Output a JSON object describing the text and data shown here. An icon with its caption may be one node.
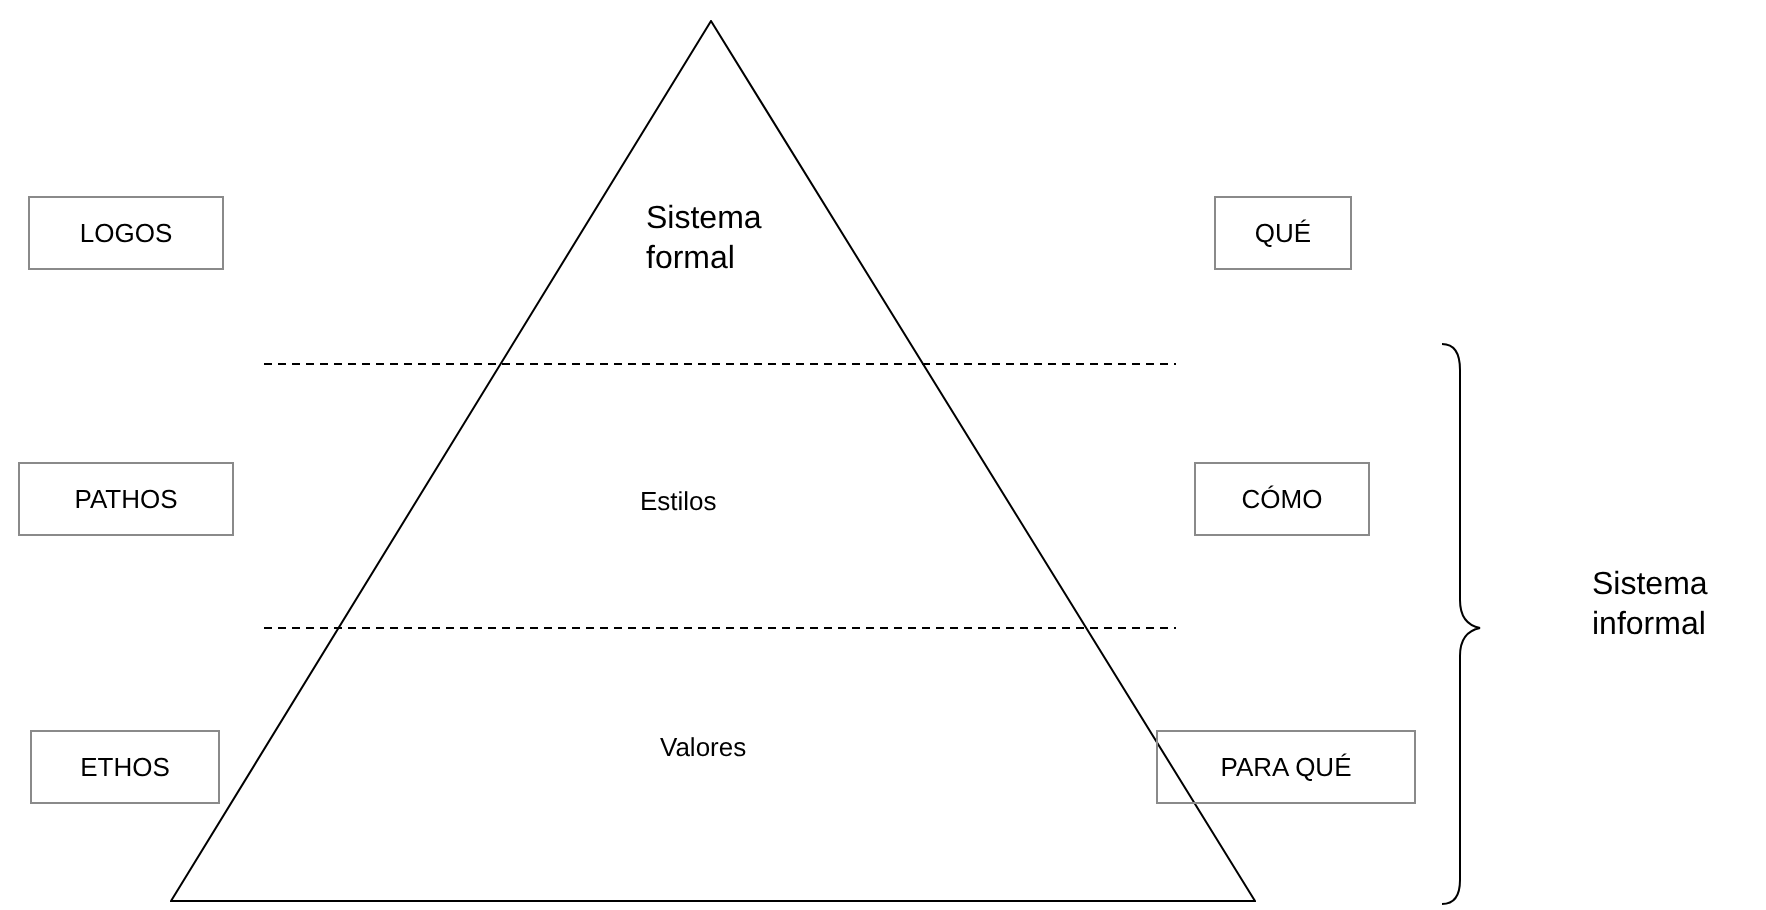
{
  "diagram": {
    "nodes": [
      {
        "text": [
          "LOGOS"
        ]
      },
      {
        "text": [
          "Sistema formal",
          "Estilos",
          "Valores"
        ]
      },
      {
        "text": [
          "QUÉ"
        ]
      },
      {
        "text": [
          "PATHOS"
        ]
      },
      {
        "text": [
          "CÓMO"
        ]
      },
      {
        "text": [
          "ETHOS"
        ]
      },
      {
        "text": [
          "PARA QUÉ"
        ]
      }
    ],
    "edges": [],
    "labels": [
      "Sistema informal"
    ]
  }
}
